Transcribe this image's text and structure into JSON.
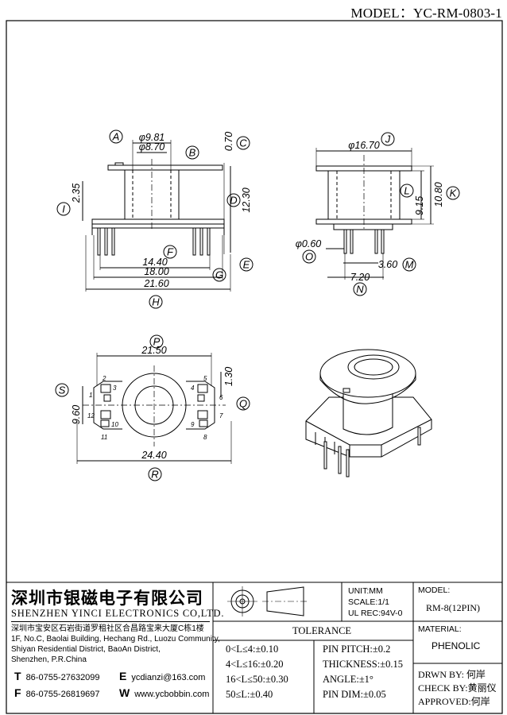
{
  "header": {
    "model_label": "MODEL",
    "model_value": "YC-RM-0803-1"
  },
  "drawing": {
    "front_view": {
      "labels": {
        "A": "A",
        "B": "B",
        "C": "C",
        "D": "D",
        "E": "E",
        "F": "F",
        "G": "G",
        "H": "H",
        "I": "I"
      },
      "dims": {
        "A": "φ9.81",
        "B": "φ8.70",
        "C": "0.70",
        "D": "12.30",
        "I": "2.35",
        "F": "14.40",
        "G": "18.00",
        "H": "21.60"
      }
    },
    "side_view": {
      "labels": {
        "J": "J",
        "K": "K",
        "L": "L",
        "M": "M",
        "N": "N",
        "O": "O"
      },
      "dims": {
        "J": "φ16.70",
        "K": "10.80",
        "L": "9.15",
        "O": "φ0.60",
        "M": "3.60",
        "N": "7.20"
      }
    },
    "bottom_view": {
      "labels": {
        "P": "P",
        "Q": "Q",
        "R": "R",
        "S": "S"
      },
      "dims": {
        "P": "21.50",
        "Q": "1.30",
        "S": "9.60",
        "R": "24.40"
      },
      "pins": [
        "1",
        "2",
        "3",
        "4",
        "5",
        "6",
        "7",
        "8",
        "9",
        "10",
        "11",
        "12"
      ]
    }
  },
  "title_block": {
    "company_cn": "深圳市银磁电子有限公司",
    "company_en": "SHENZHEN YINCI ELECTRONICS CO,LTD.",
    "address_cn": "深圳市宝安区石岩街道罗租社区合昌路宝来大厦C栋1楼",
    "address_en": [
      "1F, No.C, Baolai Building, Hechang Rd., Luozu Community,",
      "Shiyan Residential District, BaoAn District,",
      "Shenzhen, P.R.China"
    ],
    "tel_letter": "T",
    "tel": "86-0755-27632099",
    "fax_letter": "F",
    "fax": "86-0755-26819697",
    "email_letter": "E",
    "email": "ycdianzi@163.com",
    "web_letter": "W",
    "web": "www.ycbobbin.com",
    "unit": "UNIT:MM",
    "scale": "SCALE:1/1",
    "ul_rec": "UL REC:94V-0",
    "model_label": "MODEL:",
    "model_value": "RM-8(12PIN)",
    "tolerance_title": "TOLERANCE",
    "tolerances": [
      "0<L≤4:±0.10",
      "4<L≤16:±0.20",
      "16<L≤50:±0.30",
      "50≤L:±0.40"
    ],
    "pin_specs": [
      "PIN PITCH:±0.2",
      "THICKNESS:±0.15",
      "ANGLE:±1°",
      "PIN DIM:±0.05"
    ],
    "material_label": "MATERIAL:",
    "material_value": "PHENOLIC",
    "drawn_by_label": "DRWN BY:",
    "drawn_by": "何岸",
    "check_by_label": "CHECK BY:",
    "check_by": "黄丽仪",
    "approved_label": "APPROVED:",
    "approved_by": "何岸"
  }
}
